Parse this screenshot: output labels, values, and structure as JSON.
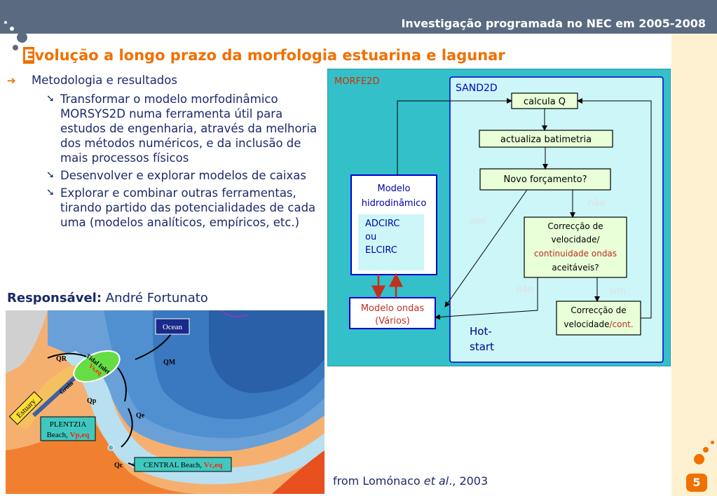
{
  "header": {
    "title": "Investigação programada no NEC em 2005-2008"
  },
  "slide": {
    "title_first": "E",
    "title_rest": "volução a longo prazo da morfologia estuarina e lagunar",
    "bullet_main": "Metodologia e resultados",
    "sub_bullets": [
      "Transformar o modelo morfodinâmico MORSYS2D numa ferramenta útil para estudos de engenharia, através da melhoria dos métodos numéricos, e da inclusão de mais processos físicos",
      "Desenvolver e explorar modelos de caixas",
      "Explorar e combinar outras ferramentas, tirando partido das potencialidades de cada uma (modelos analíticos, empíricos, etc.)"
    ],
    "responsible_label": "Responsável:",
    "responsible_name": "André Fortunato",
    "citation_pre": "from Lomónaco ",
    "citation_italic": "et al",
    "citation_post": "., 2003",
    "page_number": "5"
  },
  "diagram": {
    "morfe2d": "MORFE2D",
    "sand2d": "SAND2D",
    "calcula_q": "calcula Q",
    "actualiza": "actualiza batimetria",
    "novo": "Novo forçamento?",
    "modelo_l1": "Modelo",
    "modelo_l2": "hidrodinâmico",
    "adcirc": "ADCIRC",
    "ou": "ou",
    "elcirc": "ELCIRC",
    "ondas_l1": "Modelo ondas",
    "ondas_l2": "(Vários)",
    "correccao1_l1": "Correcção de",
    "correccao1_l2": "velocidade/",
    "correccao1_l3": "continuidade ondas",
    "correccao1_l4": "aceitáveis?",
    "correccao2_l1": "Correcção de",
    "correccao2_l2a": "velocidade",
    "correccao2_l2b": "/cont.",
    "nao1": "não",
    "sim1": "sim",
    "nao2": "não",
    "sim2": "sim",
    "hot": "Hot-",
    "start": "start"
  },
  "map": {
    "ocean": "Ocean",
    "qr": "QR",
    "qm": "QM",
    "qp": "Qp",
    "qe": "Qe",
    "qc": "Qc",
    "estuary": "Estuary",
    "groin": "Groin",
    "tidal_inlet": "Tidal Inlet",
    "inlet_veq": "Vs,eq",
    "plentzia_l1": "PLENTZIA",
    "plentzia_l2a": "Beach, ",
    "plentzia_l2b": "Vp,eq",
    "central_a": "CENTRAL Beach, ",
    "central_b": "Vc,eq"
  },
  "colors": {
    "accent": "#f07000",
    "bar": "#5a6a80",
    "diagram_bg": "#33c0c8",
    "box_blue": "#0000cc",
    "box_green_bg": "#e8ffd8",
    "text_navy": "#1a2a6a"
  }
}
